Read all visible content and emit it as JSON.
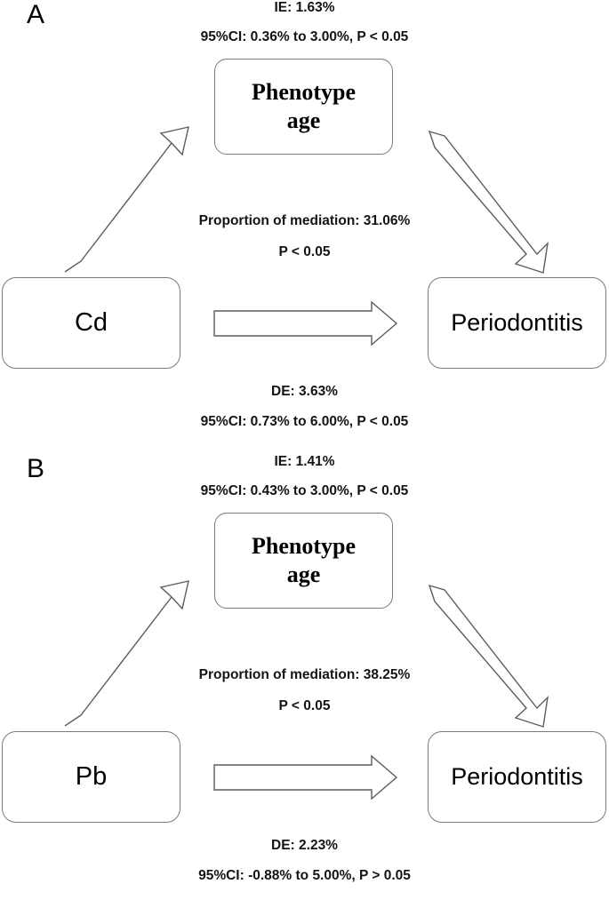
{
  "figure": {
    "type": "mediation-diagram",
    "background": "#ffffff",
    "stroke_color": "#5d5d5d",
    "text_color": "#000000"
  },
  "panels": [
    {
      "letter": "A",
      "exposure": "Cd",
      "mediator_line1": "Phenotype",
      "mediator_line2": "age",
      "outcome": "Periodontitis",
      "indirect_effect": {
        "line1": "IE: 1.63%",
        "line2": "95%CI: 0.36% to 3.00%, P < 0.05"
      },
      "mediation": {
        "line1": "Proportion of mediation: 31.06%",
        "line2": "P < 0.05"
      },
      "direct_effect": {
        "line1": "DE: 3.63%",
        "line2": "95%CI: 0.73% to 6.00%, P < 0.05"
      }
    },
    {
      "letter": "B",
      "exposure": "Pb",
      "mediator_line1": "Phenotype",
      "mediator_line2": "age",
      "outcome": "Periodontitis",
      "indirect_effect": {
        "line1": "IE: 1.41%",
        "line2": "95%CI: 0.43% to 3.00%, P < 0.05"
      },
      "mediation": {
        "line1": "Proportion of mediation: 38.25%",
        "line2": "P < 0.05"
      },
      "direct_effect": {
        "line1": "DE: 2.23%",
        "line2": "95%CI: -0.88% to 5.00%, P > 0.05"
      }
    }
  ],
  "chart_data": {
    "type": "diagram",
    "title": "",
    "nodes": [
      "Cd",
      "Pb",
      "Phenotype age",
      "Periodontitis"
    ],
    "edges": [
      {
        "panel": "A",
        "from": "Cd",
        "to": "Phenotype age",
        "label": "IE: 1.63%",
        "ci": "95%CI: 0.36% to 3.00%",
        "p": "P < 0.05"
      },
      {
        "panel": "A",
        "from": "Phenotype age",
        "to": "Periodontitis",
        "label": "",
        "ci": "",
        "p": ""
      },
      {
        "panel": "A",
        "from": "Cd",
        "to": "Periodontitis",
        "label": "DE: 3.63%",
        "ci": "95%CI: 0.73% to 6.00%",
        "p": "P < 0.05"
      },
      {
        "panel": "B",
        "from": "Pb",
        "to": "Phenotype age",
        "label": "IE: 1.41%",
        "ci": "95%CI: 0.43% to 3.00%",
        "p": "P < 0.05"
      },
      {
        "panel": "B",
        "from": "Phenotype age",
        "to": "Periodontitis",
        "label": "",
        "ci": "",
        "p": ""
      },
      {
        "panel": "B",
        "from": "Pb",
        "to": "Periodontitis",
        "label": "DE: 2.23%",
        "ci": "95%CI: -0.88% to 5.00%",
        "p": "P > 0.05"
      }
    ],
    "values": [
      {
        "panel": "A",
        "indirect_effect_pct": 1.63,
        "direct_effect_pct": 3.63,
        "proportion_mediated_pct": 31.06
      },
      {
        "panel": "B",
        "indirect_effect_pct": 1.41,
        "direct_effect_pct": 2.23,
        "proportion_mediated_pct": 38.25
      }
    ]
  }
}
